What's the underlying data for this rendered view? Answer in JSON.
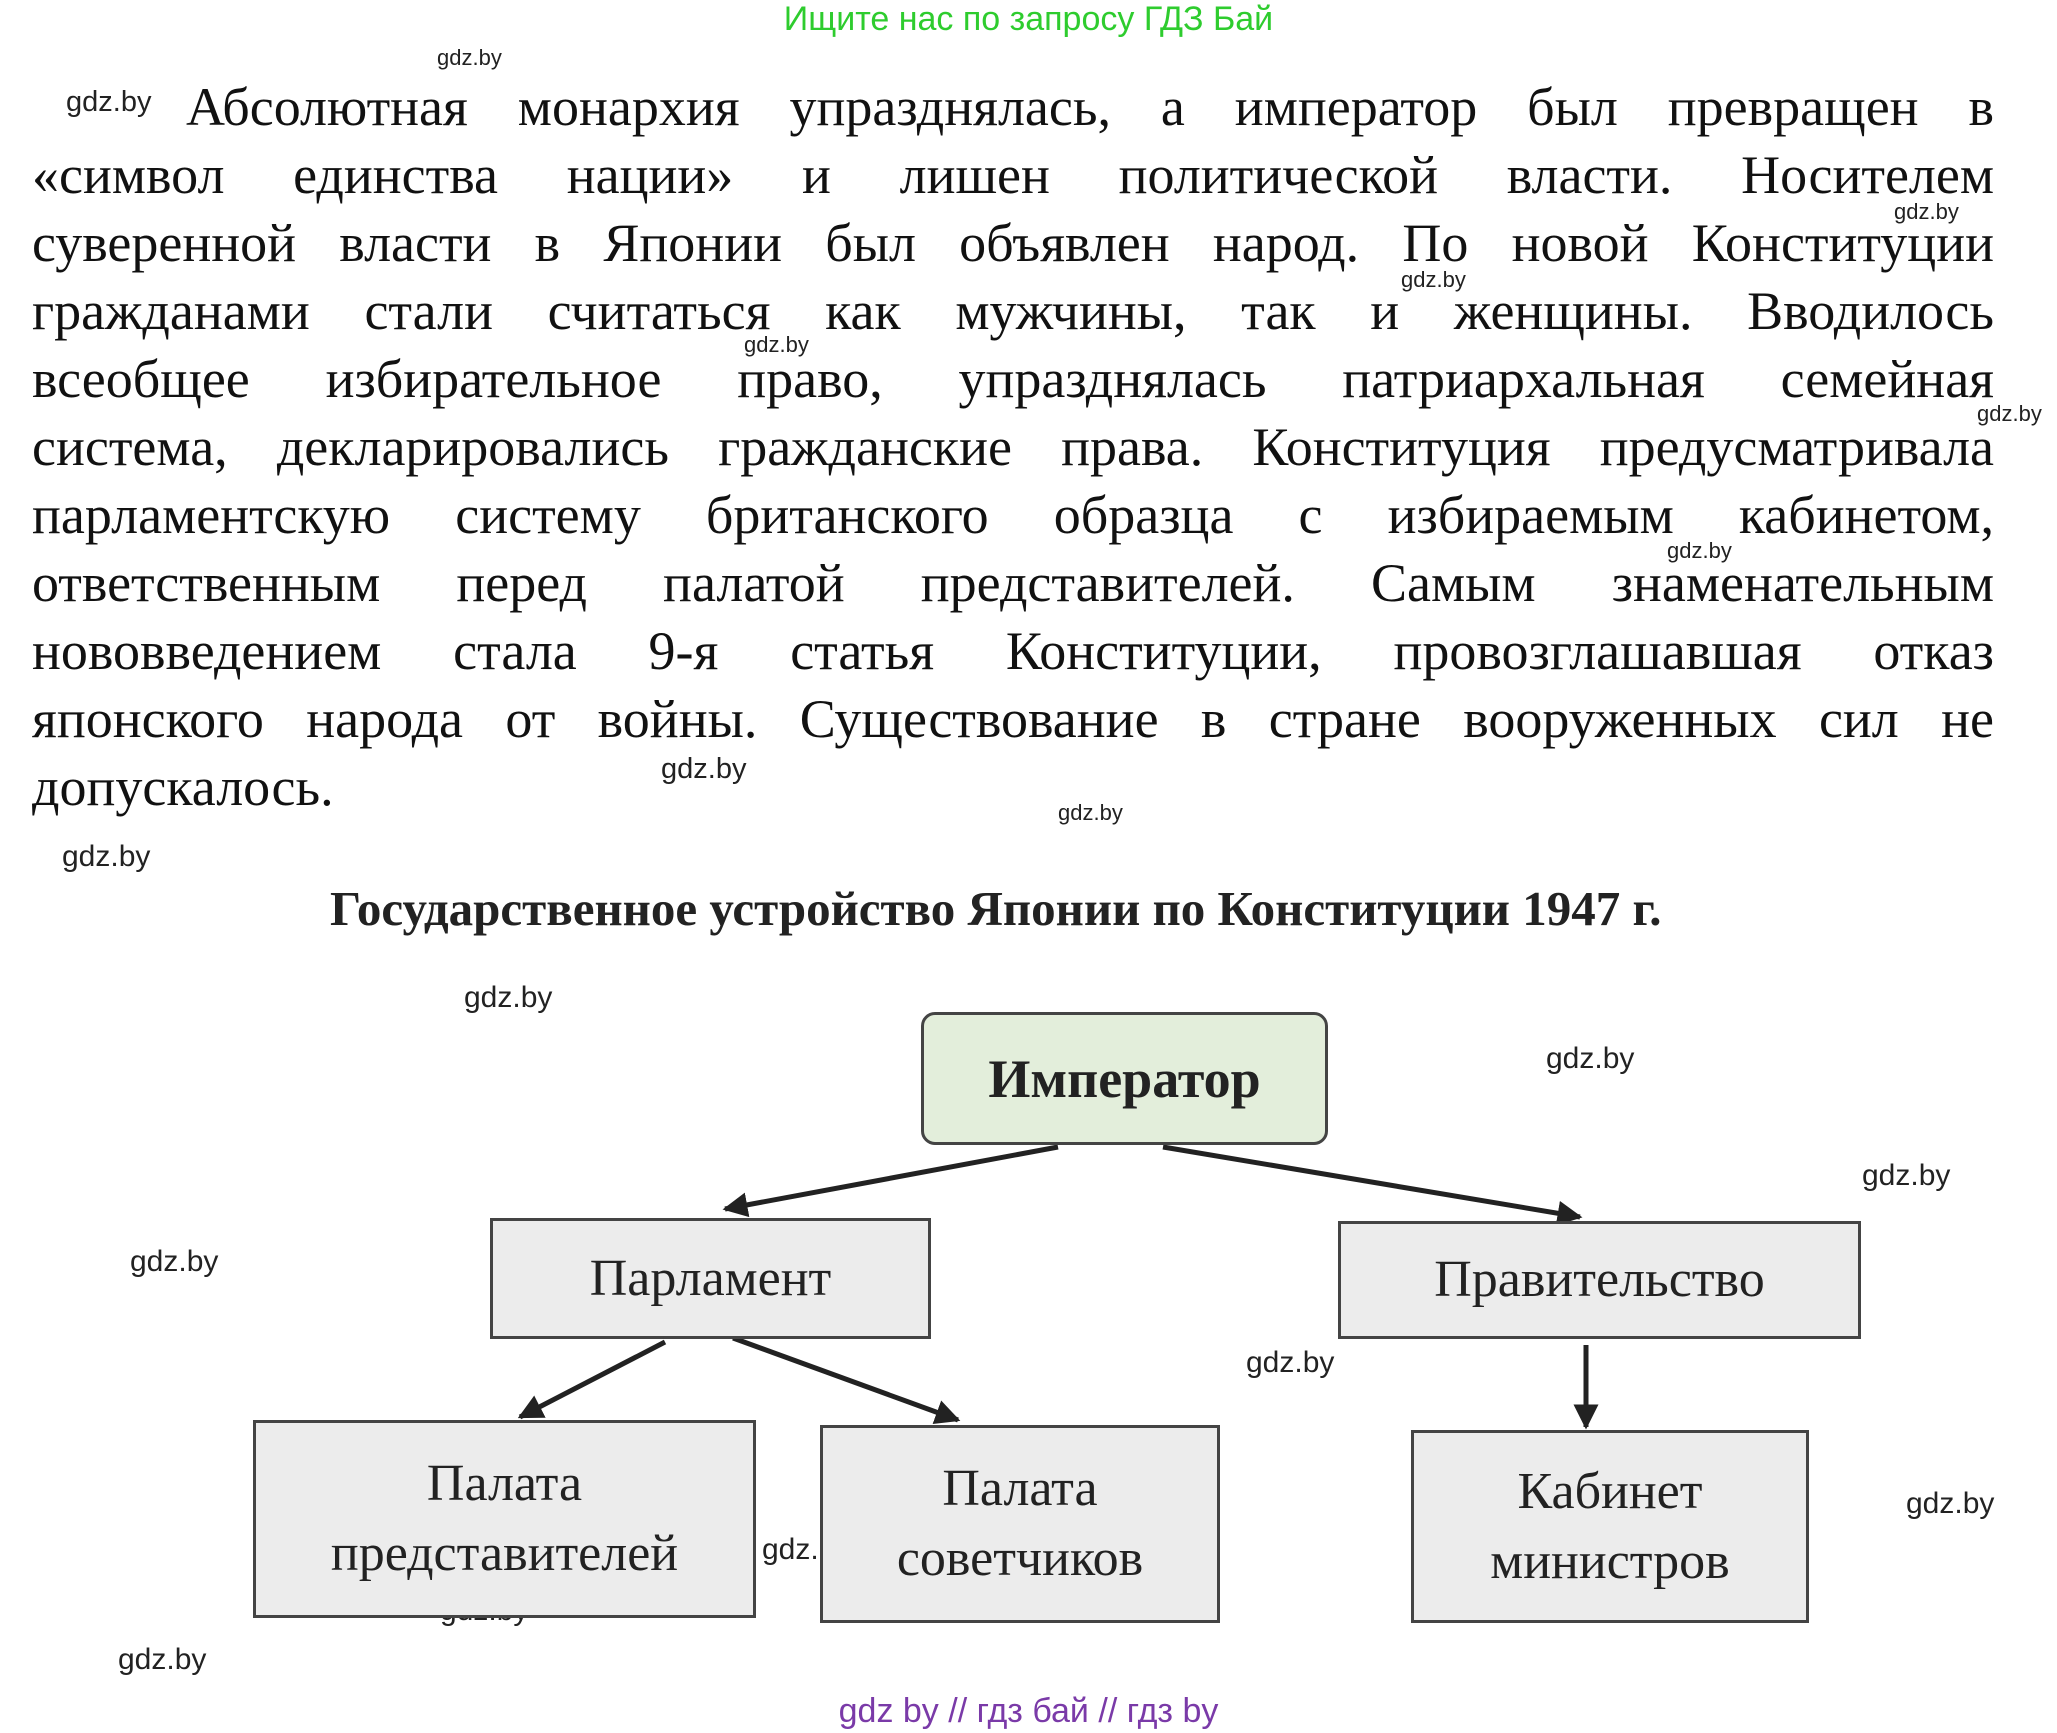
{
  "banner": "Ищите нас по запросу ГДЗ Бай",
  "watermark": "gdz.by",
  "paragraph": [
    "Абсолютная монархия упразднялась, а император был превращен в",
    "«символ единства нации» и лишен политической власти. Носителем",
    "суверенной власти в Японии был объявлен народ. По новой Конституции",
    "гражданами стали считаться как мужчины, так и женщины. Вводилось",
    "всеобщее избирательное право, упразднялась патриархальная семейная",
    "система, декларировались гражданские права. Конституция предусматривала",
    "парламентскую систему британского образца с избираемым кабинетом,",
    "ответственным перед палатой представителей. Самым знаменательным",
    "нововведением стала 9-я статья Конституции, провозглашавшая отказ",
    "японского народа от войны. Существование в стране вооруженных сил не",
    "допускалось."
  ],
  "diagram": {
    "title": "Государственное устройство Японии по Конституции 1947 г.",
    "emperor": "Император",
    "parliament": "Парламент",
    "government": "Правительство",
    "house_reps_1": "Палата",
    "house_reps_2": "представителей",
    "house_councillors_1": "Палата",
    "house_councillors_2": "советчиков",
    "cabinet_1": "Кабинет",
    "cabinet_2": "министров",
    "colors": {
      "emperor_fill": "#e3eedb",
      "box_fill": "#ececec",
      "border": "#444444"
    }
  },
  "footer": "gdz by  //  гдз бай  //  гдз by"
}
